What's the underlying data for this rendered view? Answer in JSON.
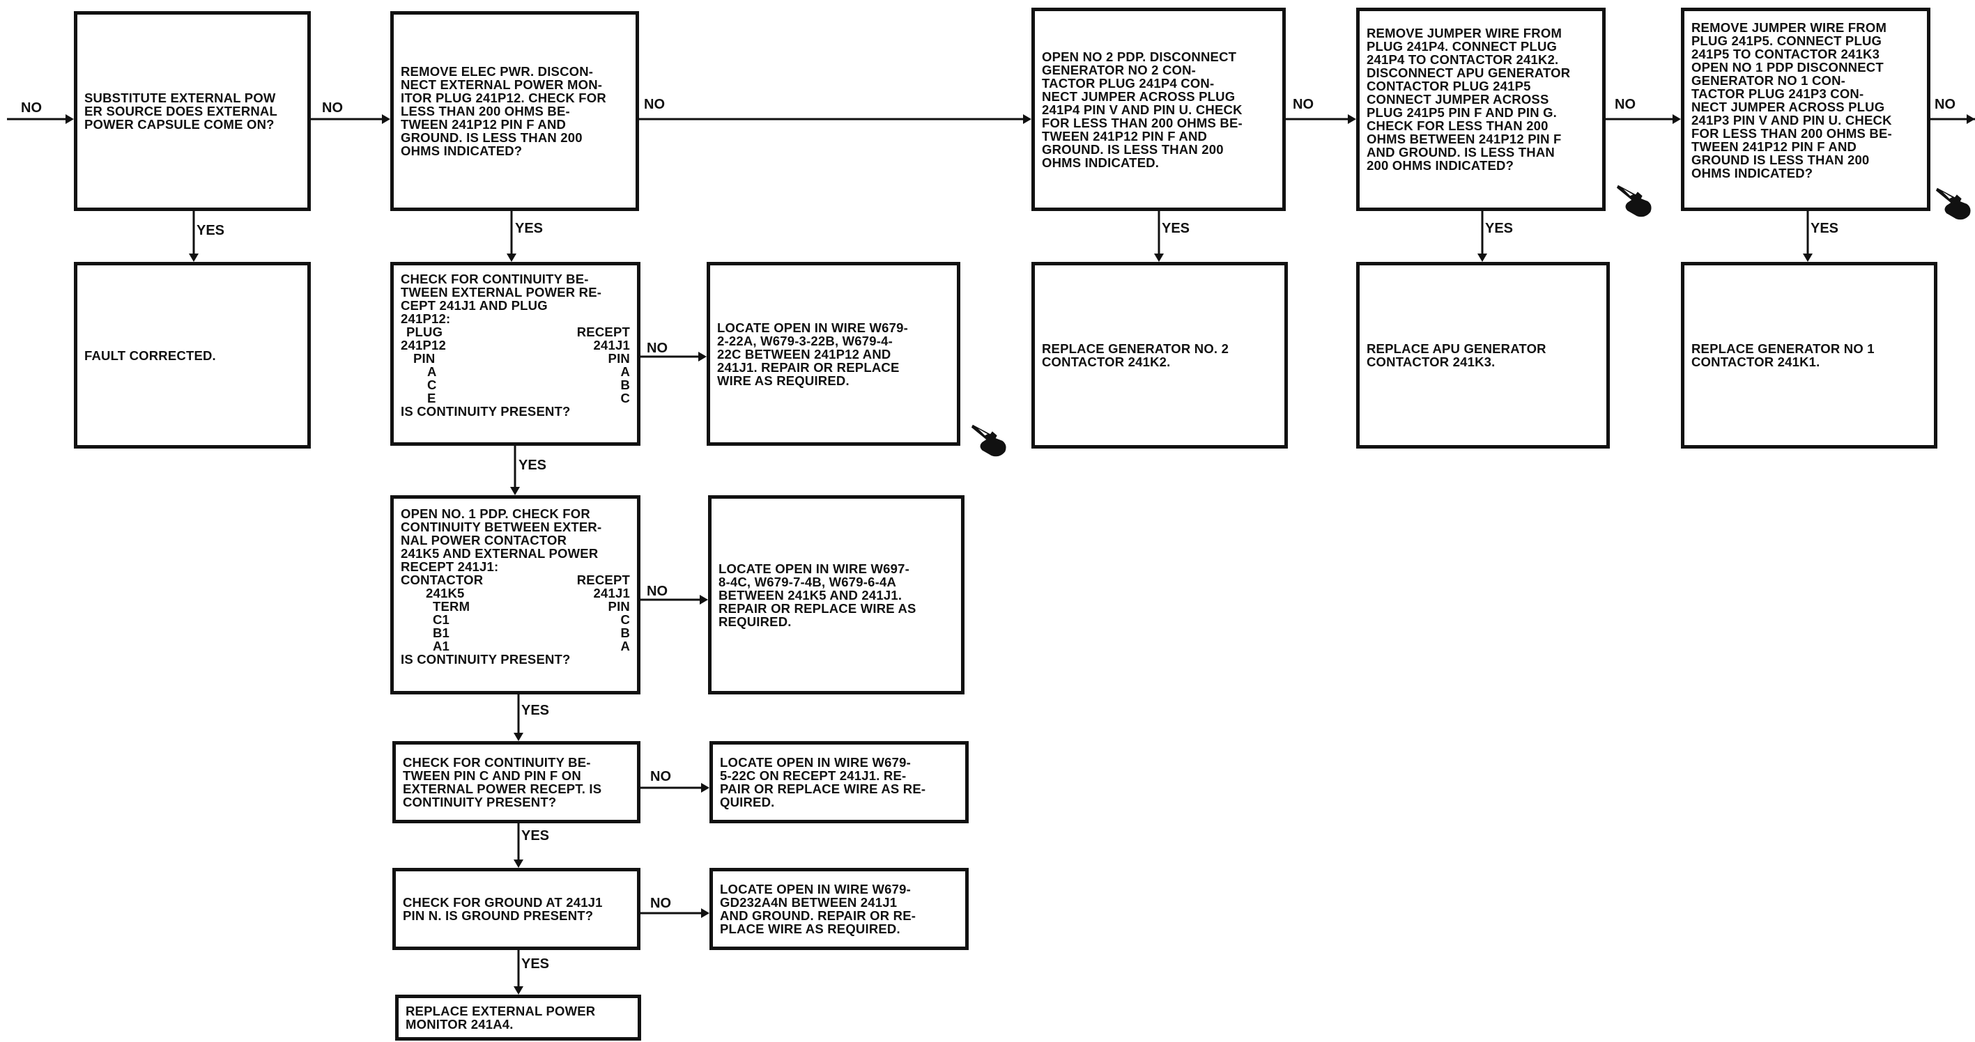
{
  "labels": {
    "yes": "YES",
    "no": "NO"
  },
  "steps": {
    "substitute": "SUBSTITUTE EXTERNAL POW\nER SOURCE  DOES EXTERNAL\nPOWER CAPSULE COME ON?",
    "fault_corrected": "FAULT CORRECTED.",
    "remove_elec": "REMOVE ELEC PWR. DISCON-\nNECT EXTERNAL POWER  MON-\nITOR PLUG 241P12. CHECK FOR\nLESS THAN 200 OHMS BE-\nTWEEN 241P12 PIN F AND\nGROUND. IS LESS THAN 200\nOHMS INDICATED?",
    "continuity_check": {
      "intro": "CHECK FOR CONTINUITY BE-\nTWEEN EXTERNAL POWER RE-\nCEPT 241J1 AND PLUG\n241P12:",
      "left_header": "PLUG",
      "left_id": "241P12",
      "left_sub": "PIN",
      "right_header": "RECEPT",
      "right_id": "241J1",
      "right_sub": "PIN",
      "left_pins": [
        "A",
        "C",
        "E"
      ],
      "right_pins": [
        "A",
        "B",
        "C"
      ],
      "question": "IS CONTINUITY PRESENT?"
    },
    "locate_open_1": "LOCATE OPEN IN WIRE W679-\n2-22A, W679-3-22B, W679-4-\n22C BETWEEN 241P12 AND\n241J1. REPAIR OR REPLACE\nWIRE AS REQUIRED.",
    "open_pdp1": {
      "intro": "OPEN NO. 1 PDP. CHECK FOR\nCONTINUITY BETWEEN EXTER-\nNAL POWER CONTACTOR\n241K5 AND EXTERNAL POWER\nRECEPT 241J1:",
      "left_header": "CONTACTOR",
      "left_id": "241K5",
      "left_sub": "TERM",
      "right_header": "RECEPT",
      "right_id": "241J1",
      "right_sub": "PIN",
      "left_pins": [
        "C1",
        "B1",
        "A1"
      ],
      "right_pins": [
        "C",
        "B",
        "A"
      ],
      "question": "IS CONTINUITY PRESENT?"
    },
    "locate_open_2": "LOCATE OPEN IN WIRE W697-\n8-4C, W679-7-4B, W679-6-4A\nBETWEEN 241K5 AND 241J1.\nREPAIR OR REPLACE WIRE AS\nREQUIRED.",
    "pin_c_f": "CHECK FOR CONTINUITY BE-\nTWEEN PIN C AND PIN F ON\nEXTERNAL POWER RECEPT. IS\nCONTINUITY PRESENT?",
    "locate_open_3": "LOCATE OPEN IN WIRE W679-\n5-22C ON RECEPT 241J1. RE-\nPAIR OR REPLACE WIRE AS RE-\nQUIRED.",
    "ground_check": "CHECK FOR GROUND AT 241J1\nPIN N. IS GROUND PRESENT?",
    "locate_open_4": "LOCATE OPEN IN WIRE W679-\nGD232A4N BETWEEN 241J1\nAND GROUND. REPAIR OR RE-\nPLACE WIRE AS REQUIRED.",
    "replace_monitor": "REPLACE EXTERNAL POWER\nMONITOR 241A4.",
    "open_pdp2": "OPEN NO  2 PDP. DISCONNECT\nGENERATOR NO  2 CON-\nTACTOR PLUG 241P4  CON-\nNECT JUMPER ACROSS PLUG\n241P4 PIN V AND PIN U. CHECK\nFOR LESS THAN 200 OHMS BE-\nTWEEN 241P12 PIN F AND\nGROUND. IS LESS THAN 200\nOHMS INDICATED.",
    "replace_gen2": "REPLACE GENERATOR NO. 2\nCONTACTOR 241K2.",
    "remove_jumper_p4": "REMOVE JUMPER WIRE FROM\nPLUG 241P4. CONNECT PLUG\n241P4 TO CONTACTOR 241K2.\nDISCONNECT APU GENERATOR\nCONTACTOR PLUG 241P5\nCONNECT JUMPER ACROSS\nPLUG 241P5 PIN F AND PIN G.\nCHECK FOR LESS THAN 200\nOHMS BETWEEN 241P12 PIN F\nAND GROUND. IS LESS THAN\n200 OHMS INDICATED?",
    "replace_apu": "REPLACE APU GENERATOR\nCONTACTOR 241K3.",
    "remove_jumper_p5": "REMOVE JUMPER WIRE FROM\nPLUG 241P5. CONNECT PLUG\n241P5 TO CONTACTOR 241K3\nOPEN NO  1 PDP  DISCONNECT\nGENERATOR NO  1 CON-\nTACTOR PLUG 241P3  CON-\nNECT JUMPER ACROSS PLUG\n241P3 PIN V AND PIN U. CHECK\nFOR LESS THAN 200 OHMS BE-\nTWEEN 241P12 PIN F AND\nGROUND  IS LESS THAN 200\nOHMS INDICATED?",
    "replace_gen1": "REPLACE GENERATOR NO  1\nCONTACTOR 241K1."
  },
  "icons": [
    "pointing-hand-icon"
  ],
  "colors": {
    "ink": "#111111",
    "paper": "#ffffff"
  }
}
